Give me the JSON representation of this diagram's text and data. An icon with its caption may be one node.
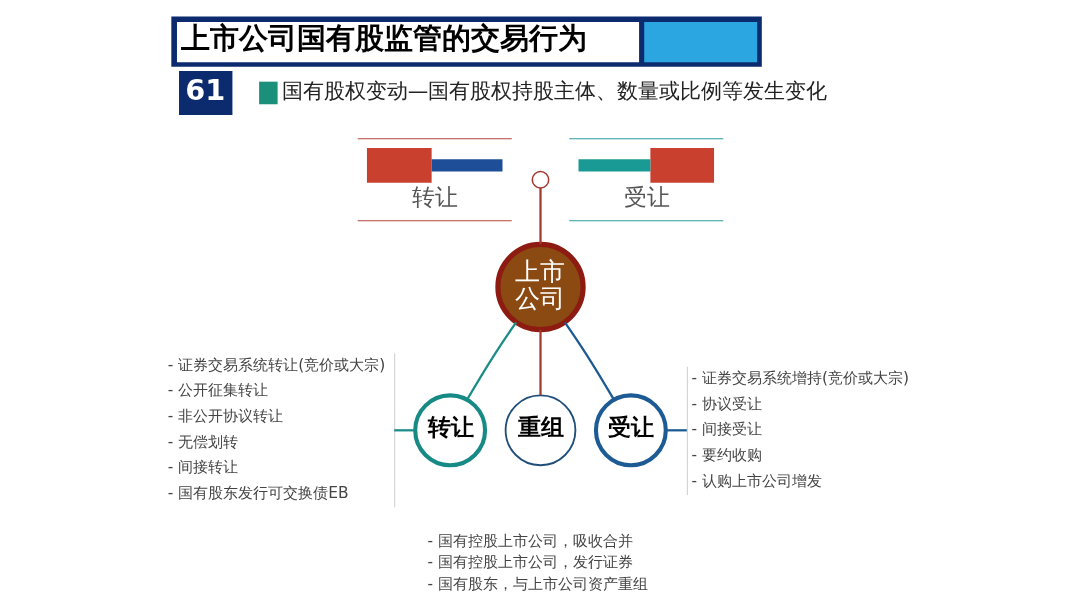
{
  "diagram": {
    "title": "上市公司国有股监管的交易行为",
    "nodes": [
      {
        "text": [
          "转让"
        ]
      },
      {
        "text": [],
        "shape": "circle"
      },
      {
        "text": [
          "受让"
        ]
      },
      {
        "text": [
          "上市公司"
        ]
      },
      {
        "text": [
          "- 证券交易系统转让(竞价或大宗)",
          "- 公开征集转让",
          "- 非公开协议转让",
          "- 无偿划转",
          "- 间接转让",
          "- 国有股东发行可交换债EB"
        ]
      },
      {
        "text": [
          "转让"
        ]
      },
      {
        "text": [
          "重组"
        ],
        "beside": [
          "- 国有控股上市公司，吸收合并",
          "- 国有控股上市公司，发行证券",
          "- 国有股东，与上市公司资产重组"
        ]
      },
      {
        "text": [
          "受让"
        ]
      },
      {
        "text": [
          "- 证券交易系统增持(竞价或大宗)",
          "- 协议受让",
          "- 间接受让",
          "- 要约收购",
          "- 认购上市公司增发"
        ]
      }
    ],
    "edges": [
      {
        "from": 1,
        "to": 3,
        "arrow": "none",
        "color": "#a23a2e"
      },
      {
        "from": 3,
        "to": 5,
        "arrow": "none",
        "color": "#1b8c88"
      },
      {
        "from": 3,
        "to": 6,
        "arrow": "none",
        "color": "#a23a2e"
      },
      {
        "from": 3,
        "to": 7,
        "arrow": "none",
        "color": "#1d5a92"
      },
      {
        "from": 5,
        "to": 4,
        "arrow": "none",
        "color": "#1b8c88"
      },
      {
        "from": 7,
        "to": 8,
        "arrow": "none",
        "color": "#1d5a92"
      }
    ],
    "labels": [
      "61",
      "国有股权变动—国有股权持股主体、数量或比例等发生变化"
    ]
  }
}
